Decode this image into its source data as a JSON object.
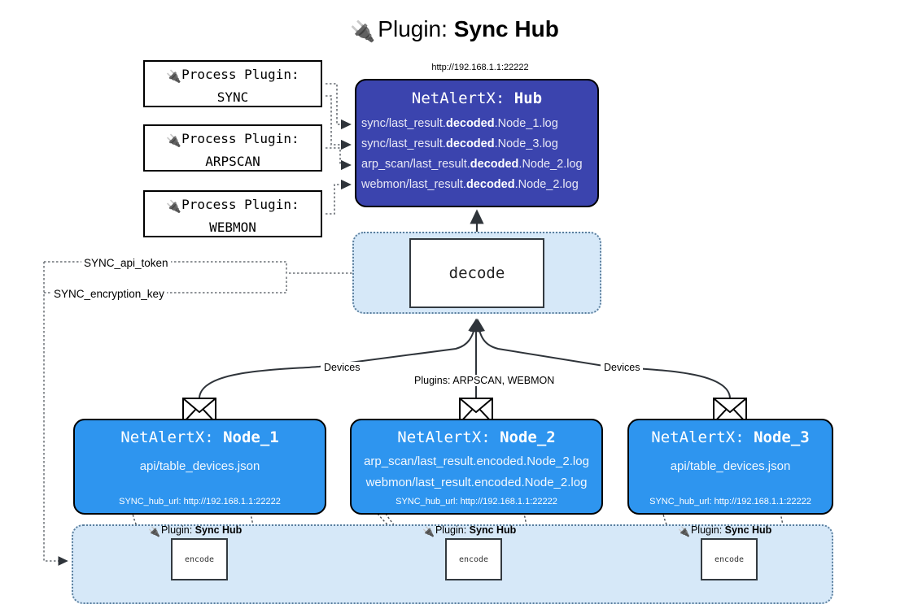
{
  "title": {
    "icon": "plug-icon",
    "prefix": "Plugin: ",
    "name": "Sync Hub"
  },
  "hub": {
    "url": "http://192.168.1.1:22222",
    "title_prefix": "NetAlertX: ",
    "title_name": "Hub",
    "logs": [
      {
        "pre": "sync/last_result.",
        "mid": "decoded",
        "post": ".Node_1.log"
      },
      {
        "pre": "sync/last_result.",
        "mid": "decoded",
        "post": ".Node_3.log"
      },
      {
        "pre": "arp_scan/last_result.",
        "mid": "decoded",
        "post": ".Node_2.log"
      },
      {
        "pre": "webmon/last_result.",
        "mid": "decoded",
        "post": ".Node_2.log"
      }
    ]
  },
  "process_plugins": [
    {
      "icon": "plug-icon",
      "line1": "Process Plugin:",
      "line2": "SYNC"
    },
    {
      "icon": "plug-icon",
      "line1": "Process Plugin:",
      "line2": "ARPSCAN"
    },
    {
      "icon": "plug-icon",
      "line1": "Process Plugin:",
      "line2": "WEBMON"
    }
  ],
  "decode": {
    "label": "decode"
  },
  "tokens": {
    "api_token": "SYNC_api_token",
    "encryption_key": "SYNC_encryption_key"
  },
  "edge_labels": {
    "devices_left": "Devices",
    "devices_right": "Devices",
    "plugins_center": "Plugins: ARPSCAN, WEBMON"
  },
  "nodes": [
    {
      "icon": "envelope-icon",
      "title_prefix": "NetAlertX: ",
      "title_name": "Node_1",
      "lines": [
        "api/table_devices.json"
      ],
      "hub_url": "SYNC_hub_url: http://192.168.1.1:22222"
    },
    {
      "icon": "envelope-icon",
      "title_prefix": "NetAlertX: ",
      "title_name": "Node_2",
      "lines": [
        "arp_scan/last_result.encoded.Node_2.log",
        "webmon/last_result.encoded.Node_2.log"
      ],
      "hub_url": "SYNC_hub_url: http://192.168.1.1:22222"
    },
    {
      "icon": "envelope-icon",
      "title_prefix": "NetAlertX: ",
      "title_name": "Node_3",
      "lines": [
        "api/table_devices.json"
      ],
      "hub_url": "SYNC_hub_url: http://192.168.1.1:22222"
    }
  ],
  "encoders": [
    {
      "icon": "plug-icon",
      "tag_prefix": "Plugin: ",
      "tag_name": "Sync Hub",
      "label": "encode"
    },
    {
      "icon": "plug-icon",
      "tag_prefix": "Plugin: ",
      "tag_name": "Sync Hub",
      "label": "encode"
    },
    {
      "icon": "plug-icon",
      "tag_prefix": "Plugin: ",
      "tag_name": "Sync Hub",
      "label": "encode"
    }
  ],
  "colors": {
    "hub_fill": "#3b44ae",
    "node_fill": "#2e95ef",
    "container_fill": "#d6e8f8",
    "container_border": "#5b7f9e",
    "line": "#3a3f45",
    "background": "#ffffff"
  }
}
